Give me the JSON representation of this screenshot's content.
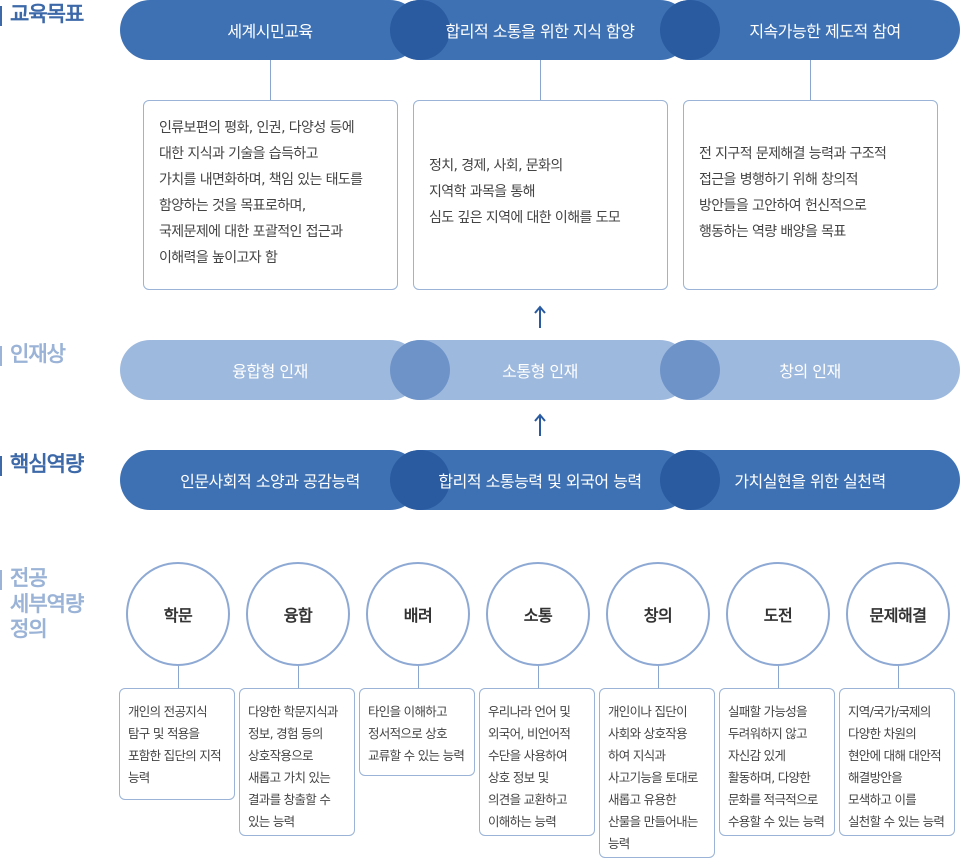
{
  "labels": {
    "goals": "교육목표",
    "talent": "인재상",
    "competency": "핵심역량",
    "major": "전공\n세부역량\n정의"
  },
  "goals": {
    "items": [
      "세계시민교육",
      "합리적 소통을 위한 지식 함양",
      "지속가능한 제도적 참여"
    ],
    "descriptions": [
      "인류보편의 평화, 인권, 다양성 등에\n대한 지식과 기술을 습득하고\n가치를 내면화하며, 책임 있는 태도를\n함양하는 것을 목표로하며,\n국제문제에 대한 포괄적인 접근과\n이해력을 높이고자 함",
      "정치, 경제, 사회, 문화의\n지역학 과목을 통해\n심도 깊은 지역에 대한 이해를 도모",
      "전 지구적 문제해결 능력과 구조적\n접근을 병행하기 위해 창의적\n방안들을 고안하여 헌신적으로\n행동하는 역량 배양을 목표"
    ]
  },
  "talent": {
    "items": [
      "융합형 인재",
      "소통형 인재",
      "창의 인재"
    ]
  },
  "competency": {
    "items": [
      "인문사회적 소양과 공감능력",
      "합리적 소통능력 및 외국어 능력",
      "가치실현을 위한 실천력"
    ]
  },
  "major": {
    "names": [
      "학문",
      "융합",
      "배려",
      "소통",
      "창의",
      "도전",
      "문제해결"
    ],
    "descriptions": [
      "개인의 전공지식\n탐구 및 적용을\n포함한 집단의 지적\n능력",
      "다양한 학문지식과\n정보, 경험 등의\n상호작용으로\n새롭고 가치 있는\n결과를 창출할 수\n있는 능력",
      "타인을 이해하고\n정서적으로 상호\n교류할 수 있는 능력",
      "우리나라 언어 및\n외국어, 비언어적\n수단을 사용하여\n상호 정보 및\n의견을 교환하고\n이해하는 능력",
      "개인이나 집단이\n사회와 상호작용\n하여 지식과\n사고기능을 토대로\n새롭고 유용한\n산물을 만들어내는\n능력",
      "실패할 가능성을\n두려워하지 않고\n자신감 있게\n활동하며, 다양한\n문화를 적극적으로\n수용할 수 있는 능력",
      "지역/국가/국제의\n다양한 차원의\n현안에 대해 대안적\n해결방안을\n모색하고 이를\n실천할 수 있는 능력"
    ]
  },
  "colors": {
    "dark_pill": "#3e71b4",
    "light_pill": "#9eb9de",
    "overlap_dark": "#2a5ba1",
    "label": "#3d69a9"
  }
}
